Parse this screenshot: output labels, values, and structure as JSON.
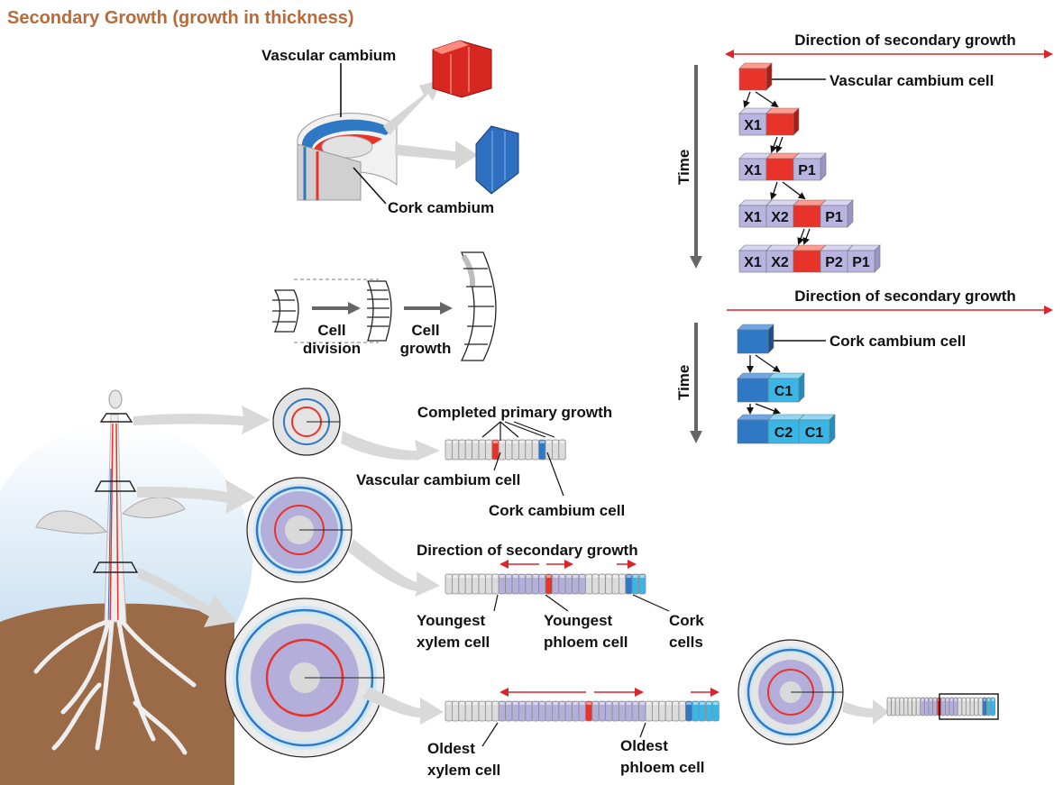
{
  "title": "Secondary Growth (growth in thickness)",
  "colors": {
    "title": "#b86a3a",
    "vascular_cambium": "#e8332a",
    "cork_cambium": "#2f78c4",
    "cork_cells": "#39b6e6",
    "xylem_phloem": "#b4aedb",
    "cell_grey": "#dcdcdc",
    "arrow_red": "#d9252b",
    "sky": "#cfe3f1",
    "soil": "#9b6b47"
  },
  "cambium_block": {
    "vascular_label": "Vascular cambium",
    "cork_label": "Cork cambium"
  },
  "cell_growth": {
    "division_label": [
      "Cell",
      "division"
    ],
    "growth_label": [
      "Cell",
      "growth"
    ]
  },
  "stages": {
    "primary": {
      "label": "Completed primary growth",
      "vascular_label": "Vascular cambium cell",
      "cork_label": "Cork cambium cell"
    },
    "young": {
      "direction_label": "Direction of secondary growth",
      "youngest_xylem": [
        "Youngest",
        "xylem cell"
      ],
      "youngest_phloem": [
        "Youngest",
        "phloem cell"
      ],
      "cork_cells": [
        "Cork",
        "cells"
      ]
    },
    "old": {
      "oldest_xylem": [
        "Oldest",
        "xylem cell"
      ],
      "oldest_phloem": [
        "Oldest",
        "phloem cell"
      ]
    }
  },
  "vascular_sequence": {
    "direction_label": "Direction of secondary growth",
    "time_label": "Time",
    "cell_label": "Vascular cambium cell",
    "rows": [
      [],
      [
        "X1"
      ],
      [
        "X1",
        "P1"
      ],
      [
        "X1",
        "X2",
        "P1"
      ],
      [
        "X1",
        "X2",
        "P2",
        "P1"
      ]
    ]
  },
  "cork_sequence": {
    "direction_label": "Direction of secondary growth",
    "time_label": "Time",
    "cell_label": "Cork cambium cell",
    "rows": [
      [],
      [
        "C1"
      ],
      [
        "C2",
        "C1"
      ]
    ]
  }
}
